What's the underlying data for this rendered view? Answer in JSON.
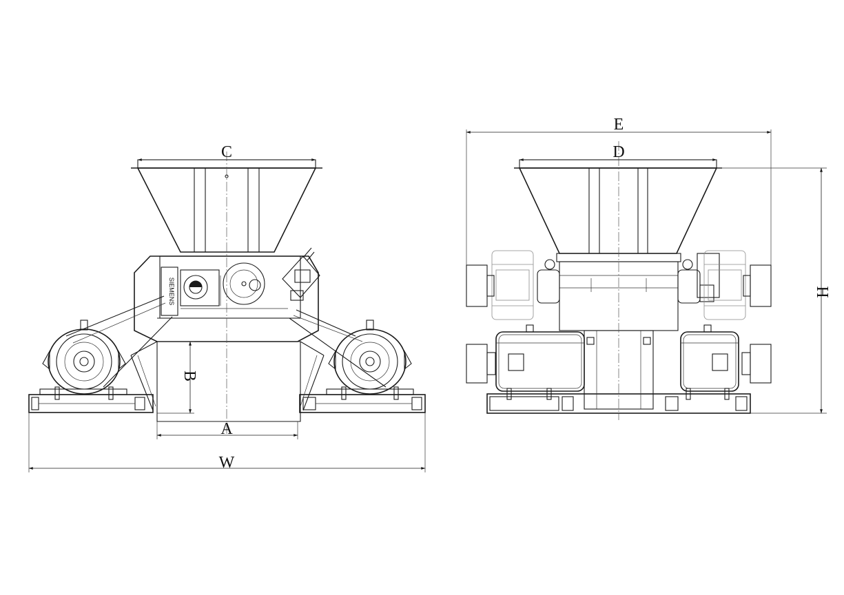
{
  "labels": {
    "W": "W",
    "A": "A",
    "B": "B",
    "C": "C",
    "D": "D",
    "E": "E",
    "H": "H"
  },
  "gearbox_nameplate": "SIEMENS"
}
